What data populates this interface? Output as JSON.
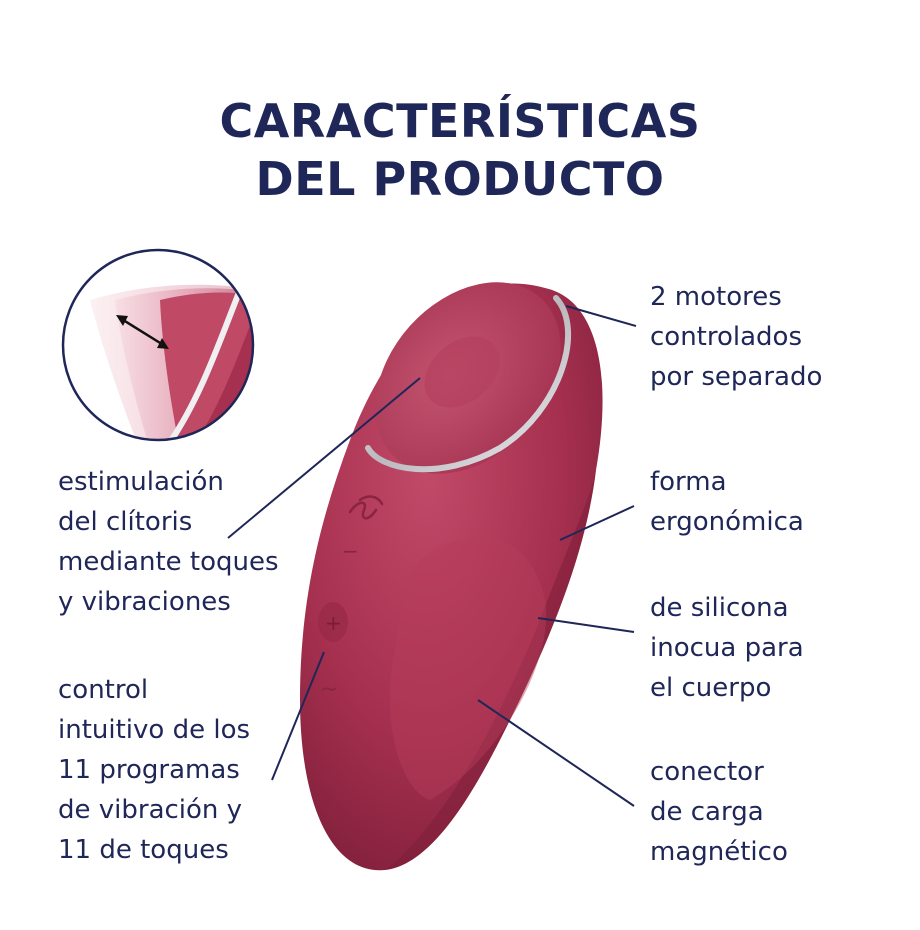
{
  "title": {
    "line1": "CARACTERÍSTICAS",
    "line2": "DEL PRODUCTO"
  },
  "colors": {
    "text": "#1f2658",
    "product": "#a6304f",
    "product_dark": "#7e1f3b",
    "product_light": "#c24a69",
    "ring": "#d9d9dc"
  },
  "features_left": [
    {
      "lines": [
        "estimulación",
        "del clítoris",
        "mediante toques",
        "y vibraciones"
      ]
    },
    {
      "lines": [
        "control",
        "intuitivo de los",
        "11 programas",
        "de vibración y",
        "11 de toques"
      ]
    }
  ],
  "features_right": [
    {
      "lines": [
        "2 motores",
        "controlados",
        "por separado"
      ]
    },
    {
      "lines": [
        "forma",
        "ergonómica"
      ]
    },
    {
      "lines": [
        "de silicona",
        "inocua para",
        "el cuerpo"
      ]
    },
    {
      "lines": [
        "conector",
        "de carga",
        "magnético"
      ]
    }
  ],
  "product": {
    "buttons": [
      "−",
      "+",
      "∼"
    ],
    "logo_icon": "satisfyer-logo-icon"
  }
}
